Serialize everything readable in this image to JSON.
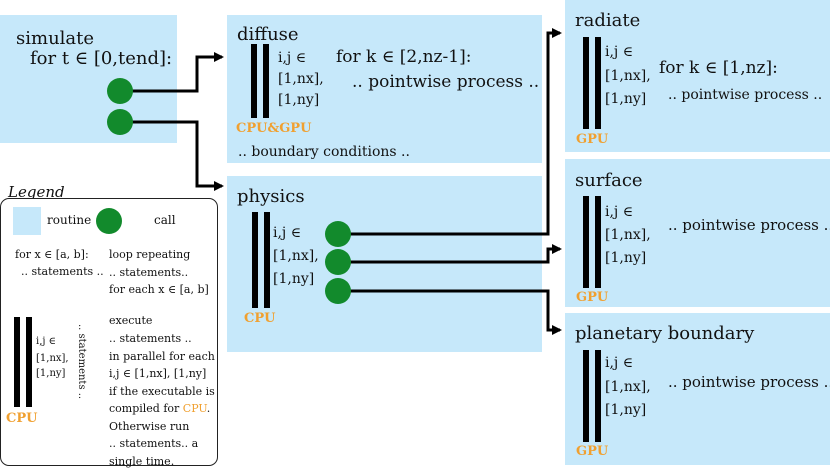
{
  "routines": {
    "simulate": {
      "title": "simulate",
      "loop": "for t ∈ [0,tend]:"
    },
    "diffuse": {
      "title": "diffuse",
      "range": [
        "i,j ∈",
        "[1,nx],",
        "[1,ny]"
      ],
      "loop": "for k ∈ [2,nz-1]:",
      "process": ".. pointwise process ..",
      "hw": "CPU&GPU",
      "boundary": ".. boundary conditions .."
    },
    "physics": {
      "title": "physics",
      "range": [
        "i,j ∈",
        "[1,nx],",
        "[1,ny]"
      ],
      "hw": "CPU"
    },
    "radiate": {
      "title": "radiate",
      "range": [
        "i,j ∈",
        "[1,nx],",
        "[1,ny]"
      ],
      "loop": "for k ∈ [1,nz]:",
      "process": ".. pointwise process ..",
      "hw": "GPU"
    },
    "surface": {
      "title": "surface",
      "range": [
        "i,j ∈",
        "[1,nx],",
        "[1,ny]"
      ],
      "process": ".. pointwise process ..",
      "hw": "GPU"
    },
    "planetary": {
      "title": "planetary boundary",
      "range": [
        "i,j ∈",
        "[1,nx],",
        "[1,ny]"
      ],
      "process": ".. pointwise process ..",
      "hw": "GPU"
    }
  },
  "legend": {
    "title": "Legend",
    "routine": "routine",
    "call": "call",
    "loop_code": [
      "for x ∈ [a, b]:",
      ".. statements .."
    ],
    "loop_desc": [
      "loop repeating",
      ".. statements..",
      "for each x ∈ [a, b]"
    ],
    "par_range": [
      "i,j ∈",
      "[1,nx],",
      "[1,ny]"
    ],
    "par_statements": ".. statements ..",
    "par_hw": "CPU",
    "par_desc": [
      "execute",
      ".. statements ..",
      "in parallel for each",
      "i,j ∈  [1,nx], [1,ny]",
      "if the executable is"
    ],
    "par_desc_a": "compiled for ",
    "par_desc_hw": "CPU",
    "par_desc_b": ".",
    "par_desc_rest": [
      "Otherwise run",
      ".. statements.. a",
      "single time."
    ]
  },
  "colors": {
    "routine_bg": "#c6e8fa",
    "call_dot": "#128a2c",
    "hw_label": "#f0a030"
  }
}
